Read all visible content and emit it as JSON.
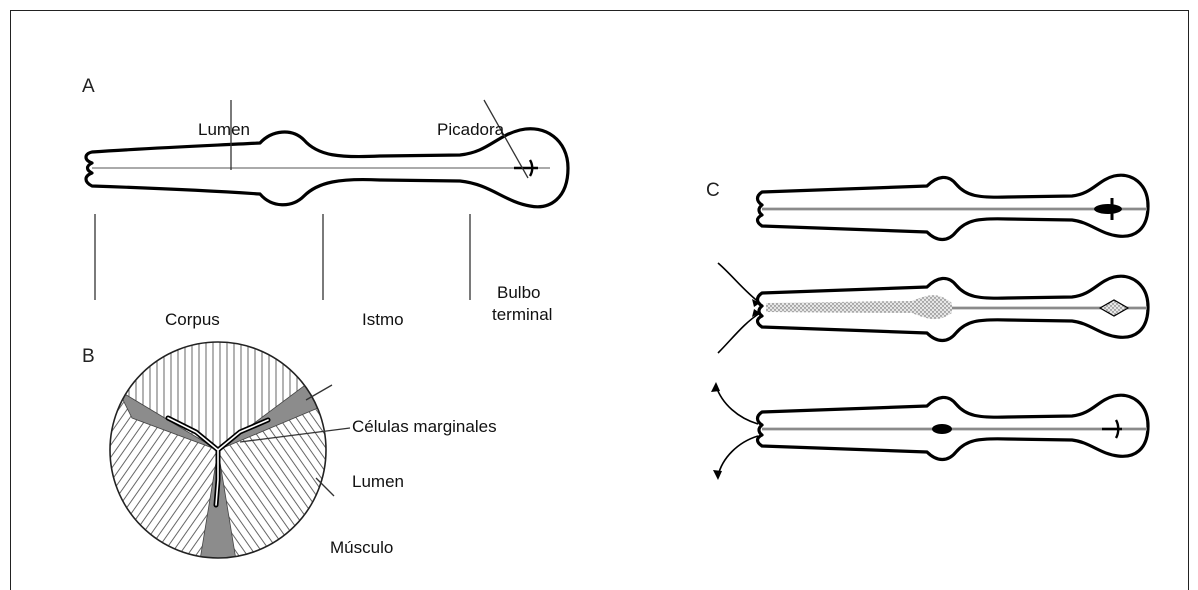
{
  "figure": {
    "panel_a": {
      "letter": "A",
      "labels": {
        "lumen": "Lumen",
        "picadora": "Picadora",
        "corpus": "Corpus",
        "istmo": "Istmo",
        "bulbo_line1": "Bulbo",
        "bulbo_line2": "terminal"
      }
    },
    "panel_b": {
      "letter": "B",
      "labels": {
        "celulas": "Células marginales",
        "lumen": "Lumen",
        "musculo": "Músculo"
      }
    },
    "panel_c": {
      "letter": "C"
    }
  },
  "colors": {
    "outline": "#000000",
    "fill_gray": "#8c8c8c",
    "stipple": "#bdbdbd"
  }
}
